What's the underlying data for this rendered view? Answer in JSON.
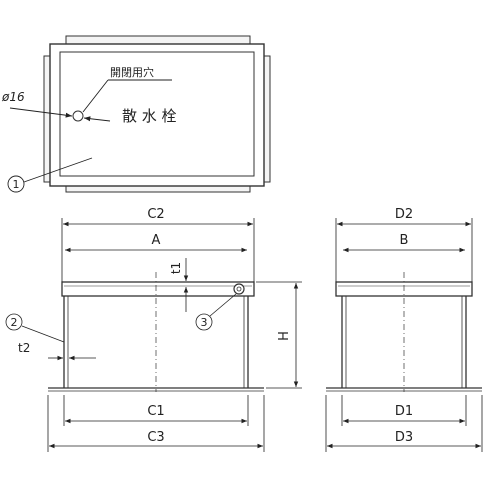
{
  "top_view": {
    "hole_label": "開閉用穴",
    "diameter_label": "ø16",
    "plate_text": "散 水 栓",
    "callout_1": "1"
  },
  "front_view": {
    "dim_c2": "C2",
    "dim_a": "A",
    "dim_t1": "t1",
    "dim_h": "H",
    "dim_t2": "t2",
    "dim_c1": "C1",
    "dim_c3": "C3",
    "callout_2": "2",
    "callout_3": "3"
  },
  "side_view": {
    "dim_d2": "D2",
    "dim_b": "B",
    "dim_d1": "D1",
    "dim_d3": "D3"
  }
}
